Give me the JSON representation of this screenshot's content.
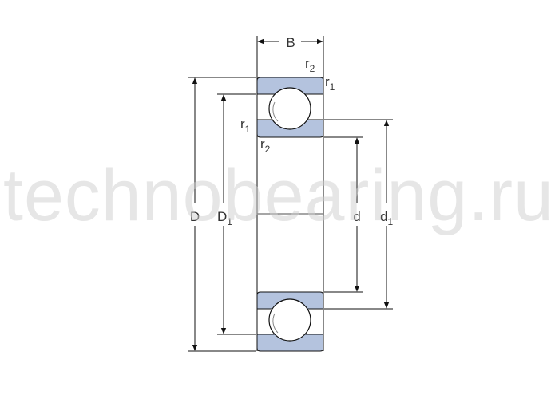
{
  "labels": {
    "width": "B",
    "outer_diameter": "D",
    "outer_ring_shoulder": "D",
    "outer_ring_shoulder_sub": "1",
    "bore_diameter": "d",
    "inner_ring_shoulder": "d",
    "inner_ring_shoulder_sub": "1",
    "chamfer_r": "r",
    "chamfer_1": "1",
    "chamfer_2": "2"
  },
  "watermark": "technobearing.ru",
  "colors": {
    "ring_fill": "#b4c3de",
    "line": "#111111",
    "label": "#333333",
    "watermark": "#cfcfcf"
  }
}
